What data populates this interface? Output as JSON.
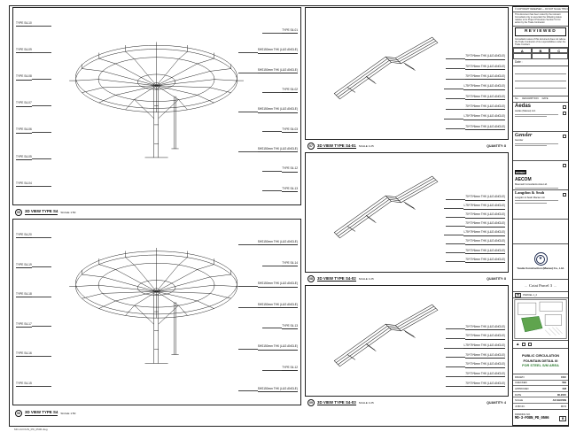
{
  "panels": [
    {
      "num": "05",
      "title": "3D VIEW TYPE S4",
      "scale": "SCALE 1:50",
      "quantity": "",
      "callouts_left": [
        "TYPE S4-10",
        "TYPE S4-09",
        "TYPE S4-08",
        "TYPE S4-07",
        "TYPE S4-06",
        "TYPE S4-05",
        "TYPE S4-04"
      ],
      "callouts_right": [
        "TYPE S4-01",
        "SHS150mm THK (L&G ANGLE)",
        "SHS150mm THK (L&G ANGLE)",
        "TYPE S4-02",
        "SHS150mm THK (L&G ANGLE)",
        "TYPE S4-03",
        "SHS150mm THK (L&G ANGLE)",
        "TYPE S4-12",
        "TYPE S4-13"
      ]
    },
    {
      "num": "06",
      "title": "3D VIEW TYPE S4",
      "scale": "SCALE 1:50",
      "quantity": "",
      "callouts_left": [
        "TYPE S4-20",
        "TYPE S4-19",
        "TYPE S4-18",
        "TYPE S4-17",
        "TYPE S4-16",
        "TYPE S4-15"
      ],
      "callouts_right": [
        "SHS150mm THK (L&G ANGLE)",
        "TYPE S4-14",
        "SHS150mm THK (L&G ANGLE)",
        "SHS150mm THK (L&G ANGLE)",
        "TYPE S4-13",
        "SHS150mm THK (L&G ANGLE)",
        "TYPE S4-12",
        "SHS150mm THK (L&G ANGLE)"
      ]
    },
    {
      "num": "07",
      "title": "3D VIEW TYPE S4-01",
      "scale": "SCALE 1:25",
      "quantity": "QUANTITY: 8",
      "callouts_left": [],
      "callouts_right": [
        "70*70*6mm THK (L&G ANGLE)",
        "70*70*6mm THK (L&G ANGLE)",
        "70*70*6mm THK (L&G ANGLE)",
        "L75*75*6mm THK (L&G ANGLE)",
        "70*70*6mm THK (L&G ANGLE)",
        "70*70*6mm THK (L&G ANGLE)",
        "L75*75*6mm THK (L&G ANGLE)",
        "70*70*6mm THK (L&G ANGLE)"
      ]
    },
    {
      "num": "08",
      "title": "3D VIEW TYPE S4-02",
      "scale": "SCALE 1:25",
      "quantity": "QUANTITY: 8",
      "callouts_left": [],
      "callouts_right": [
        "70*70*6mm THK (L&G ANGLE)",
        "L75*75*6mm THK (L&G ANGLE)",
        "70*70*6mm THK (L&G ANGLE)",
        "70*70*6mm THK (L&G ANGLE)",
        "L75*75*6mm THK (L&G ANGLE)",
        "70*70*6mm THK (L&G ANGLE)",
        "70*70*6mm THK (L&G ANGLE)",
        "70*70*6mm THK (L&G ANGLE)"
      ]
    },
    {
      "num": "09",
      "title": "3D VIEW TYPE S4-03",
      "scale": "SCALE 1:25",
      "quantity": "QUANTITY: 4",
      "callouts_left": [],
      "callouts_right": [
        "70*70*6mm THK (L&G ANGLE)",
        "70*70*6mm THK (L&G ANGLE)",
        "L75*75*6mm THK (L&G ANGLE)",
        "70*70*6mm THK (L&G ANGLE)",
        "70*70*6mm THK (L&G ANGLE)",
        "70*70*6mm THK (L&G ANGLE)",
        "70*70*6mm THK (L&G ANGLE)"
      ]
    }
  ],
  "titleblock": {
    "copyright": "© COPYRIGHT RESERVED — DO NOT SCALE THIS DRAWING",
    "stamp": {
      "note_top": "This document has been noted by the relevant Consultant only to ascertain the following status relative to its Project Procedure Section 5.4 for action by the Trade Contractor.",
      "title": "REVIEWED",
      "note_bottom": "Consultant review of this document does not relieve the Trade Contractor of its responsibilities under the Trade Contract.",
      "options": [
        "A",
        "B",
        "C"
      ],
      "date_label": "Date :"
    },
    "revisions": {
      "no_label": "No.",
      "desc_label": "DESCRIPTION",
      "date_label": "DATE"
    },
    "consultants": [
      {
        "logo": "Aedas",
        "name": "Aedas (Macau) Ltd."
      },
      {
        "logo": "Gensler",
        "name": "Gensler"
      },
      {
        "logo_mark": "mmm",
        "logo": "AECOM",
        "name": "Maunsell Consultants Asia Ltd."
      },
      {
        "logo": "Langdon & Seah",
        "name": "Langdon & Seah Macau Ltd."
      }
    ],
    "contractor": {
      "name": "Yaoda Construction (Macau) Co., Ltd."
    },
    "project": {
      "name": "Cotai Parcel 3"
    },
    "keyplan": {
      "tag": "P3",
      "header": "PARCEL 1_2"
    },
    "drawing_title": {
      "line1": "PUBLIC CIRCULATION",
      "line2": "FOUNTAIN DETAIL III",
      "line3": "FOR STEEL S/M AREA"
    },
    "credits": [
      {
        "label": "DRAWN",
        "value": "CKC"
      },
      {
        "label": "CHECKED",
        "value": "WH"
      },
      {
        "label": "APPROVED",
        "value": "KM"
      },
      {
        "label": "DATE",
        "value": "06.2015"
      },
      {
        "label": "SCALE",
        "value": "AS SHOWN"
      }
    ],
    "numbers": {
      "job_label": "JOB NO.",
      "job_no": "MO3",
      "drawing_no_label": "DRAWING NO.",
      "drawing_no": "MO-3-FOUN_PD_0506",
      "rev": "B"
    }
  },
  "footer": {
    "file_note": "MO-3-FOUN_PD_0506.dwg"
  }
}
